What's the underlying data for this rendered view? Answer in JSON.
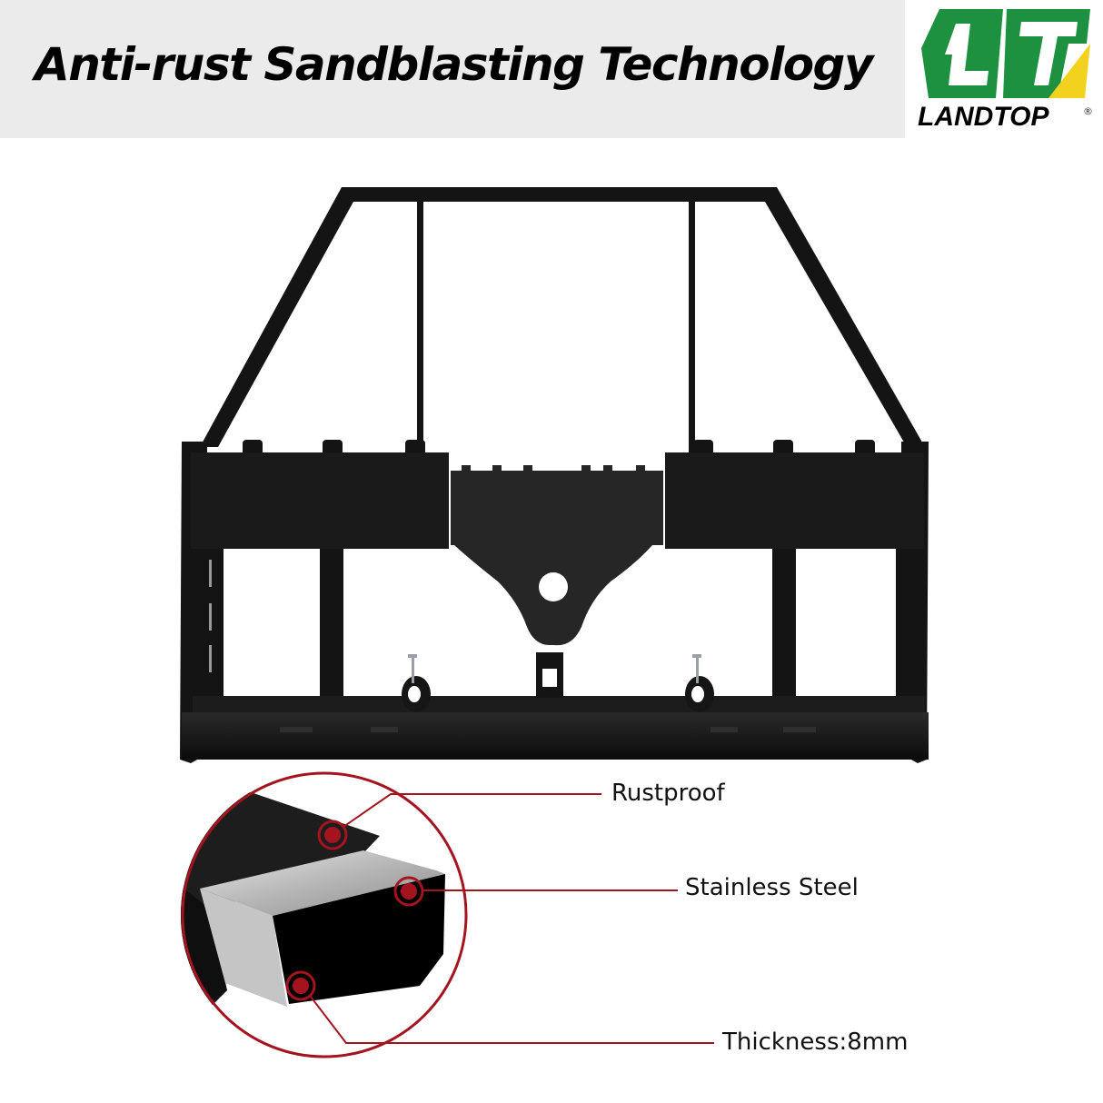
{
  "header": {
    "title": "Anti-rust Sandblasting Technology",
    "background": "#ebebeb"
  },
  "logo": {
    "brand": "LANDTOP",
    "registered_mark": "®",
    "mark_letters": "LT",
    "colors": {
      "green": "#1e9140",
      "yellow": "#f2d21e",
      "black": "#000000"
    }
  },
  "product": {
    "name": "pallet-fork-frame",
    "color": "#111111"
  },
  "detail_inset": {
    "ring_color": "#a3141f",
    "callouts": [
      {
        "label": "Rustproof"
      },
      {
        "label": "Stainless Steel"
      },
      {
        "label": "Thickness:8mm"
      }
    ]
  }
}
